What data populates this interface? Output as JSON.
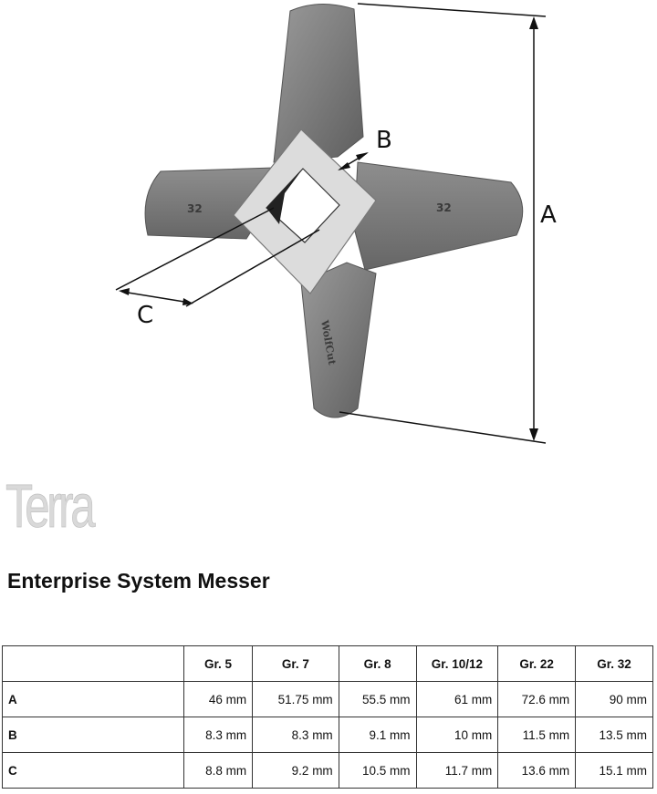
{
  "figure": {
    "labels": {
      "a": "A",
      "b": "B",
      "c": "C"
    },
    "blade_numbers": [
      "32",
      "32"
    ],
    "brand": "WolfCut"
  },
  "logo": {
    "text": "Terra"
  },
  "title": "Enterprise System Messer",
  "table": {
    "columns": [
      "",
      "Gr. 5",
      "Gr. 7",
      "Gr. 8",
      "Gr. 10/12",
      "Gr. 22",
      "Gr. 32"
    ],
    "rows": [
      {
        "label": "A",
        "values": [
          "46 mm",
          "51.75 mm",
          "55.5 mm",
          "61 mm",
          "72.6 mm",
          "90 mm"
        ]
      },
      {
        "label": "B",
        "values": [
          "8.3 mm",
          "8.3 mm",
          "9.1 mm",
          "10 mm",
          "11.5 mm",
          "13.5 mm"
        ]
      },
      {
        "label": "C",
        "values": [
          "8.8 mm",
          "9.2 mm",
          "10.5 mm",
          "11.7 mm",
          "13.6 mm",
          "15.1 mm"
        ]
      }
    ]
  }
}
